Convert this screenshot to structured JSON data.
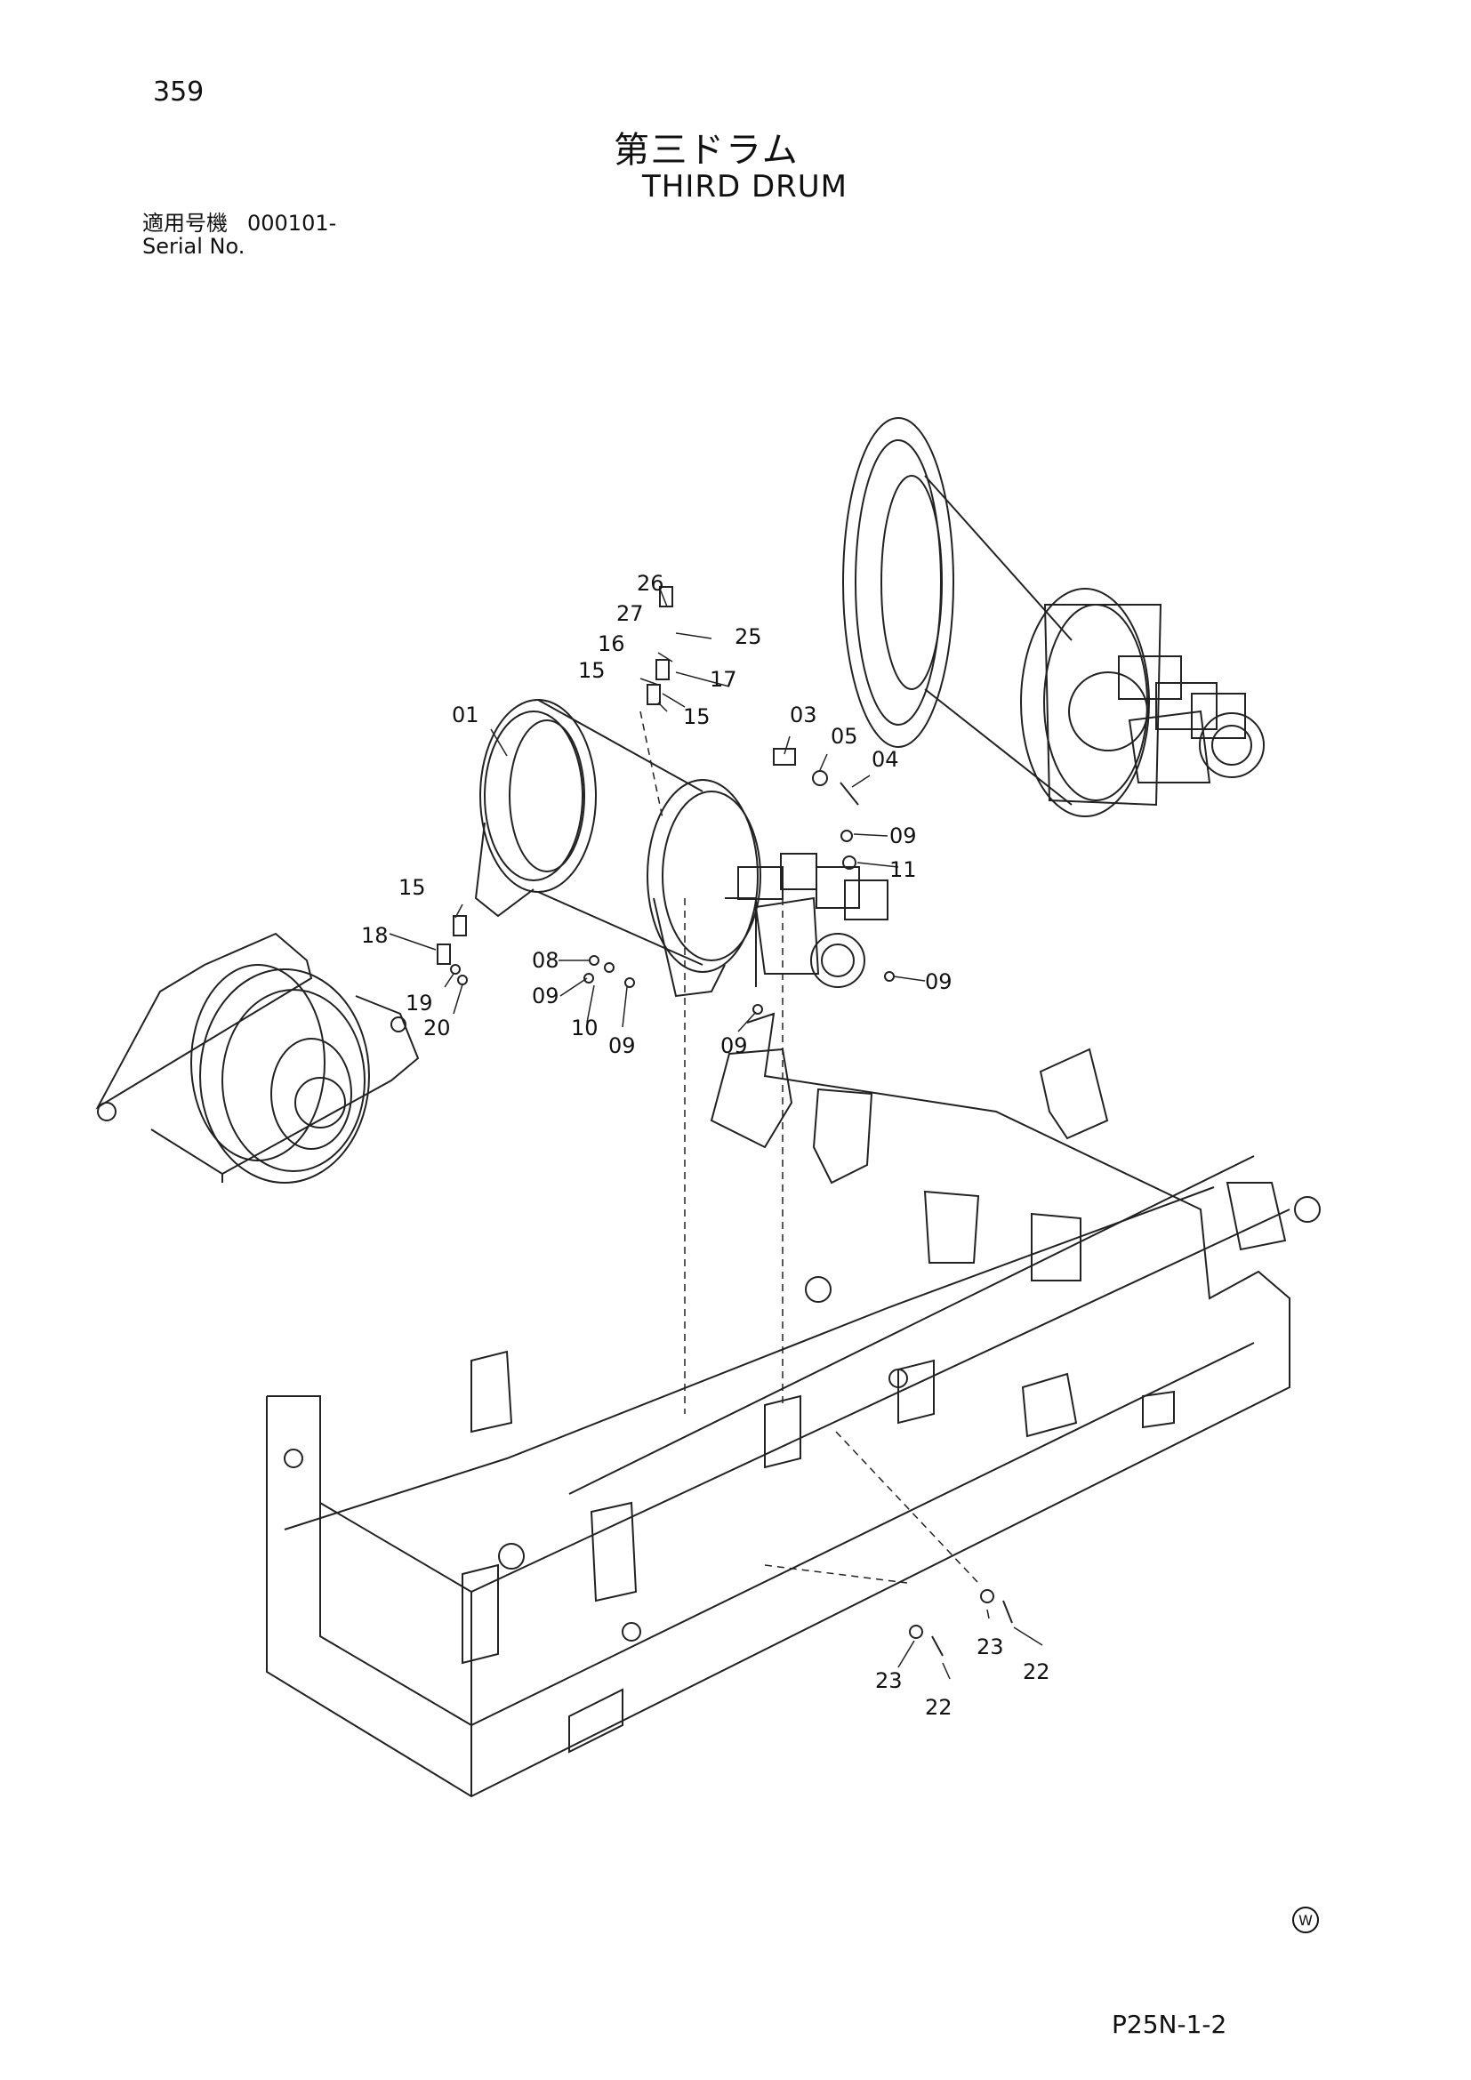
{
  "page_number": "359",
  "title": {
    "japanese": "第三ドラム",
    "english": "THIRD DRUM"
  },
  "serial": {
    "label_jp": "適用号機",
    "number": "000101-",
    "label_en": "Serial No."
  },
  "callouts": {
    "c26": "26",
    "c27": "27",
    "c25": "25",
    "c16": "16",
    "c17": "17",
    "c15a": "15",
    "c15b": "15",
    "c15c": "15",
    "c01": "01",
    "c03": "03",
    "c05": "05",
    "c04": "04",
    "c09a": "09",
    "c11": "11",
    "c08": "08",
    "c09b": "09",
    "c10": "10",
    "c09c": "09",
    "c09d": "09",
    "c09e": "09",
    "c18": "18",
    "c19": "19",
    "c20": "20",
    "c23a": "23",
    "c23b": "23",
    "c22a": "22",
    "c22b": "22"
  },
  "footer": {
    "code": "P25N-1-2",
    "mark": "W"
  }
}
